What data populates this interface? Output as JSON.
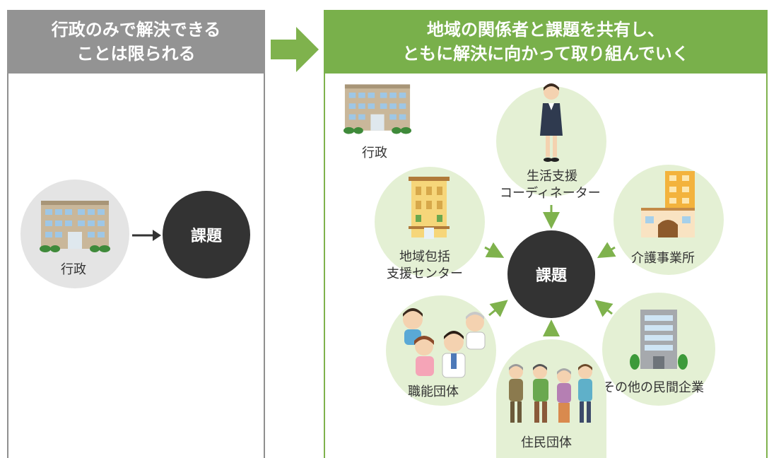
{
  "left_panel": {
    "title_line1": "行政のみで解決できる",
    "title_line2": "ことは限られる",
    "gov_label": "行政",
    "issue_label": "課題"
  },
  "right_panel": {
    "title_line1": "地域の関係者と課題を共有し、",
    "title_line2": "ともに解決に向かって取り組んでいく",
    "gov_label": "行政",
    "issue_label": "課題",
    "stakeholders": {
      "coordinator_line1": "生活支援",
      "coordinator_line2": "コーディネーター",
      "care_office": "介護事業所",
      "companies": "その他の民間企業",
      "residents": "住民団体",
      "professional": "職能団体",
      "center_line1": "地域包括",
      "center_line2": "支援センター"
    }
  },
  "colors": {
    "left_header": "#939393",
    "right_header": "#79b04b",
    "circle_green": "#e4f0d4",
    "issue_dark": "#333333",
    "arrow_green": "#7fb24d"
  }
}
